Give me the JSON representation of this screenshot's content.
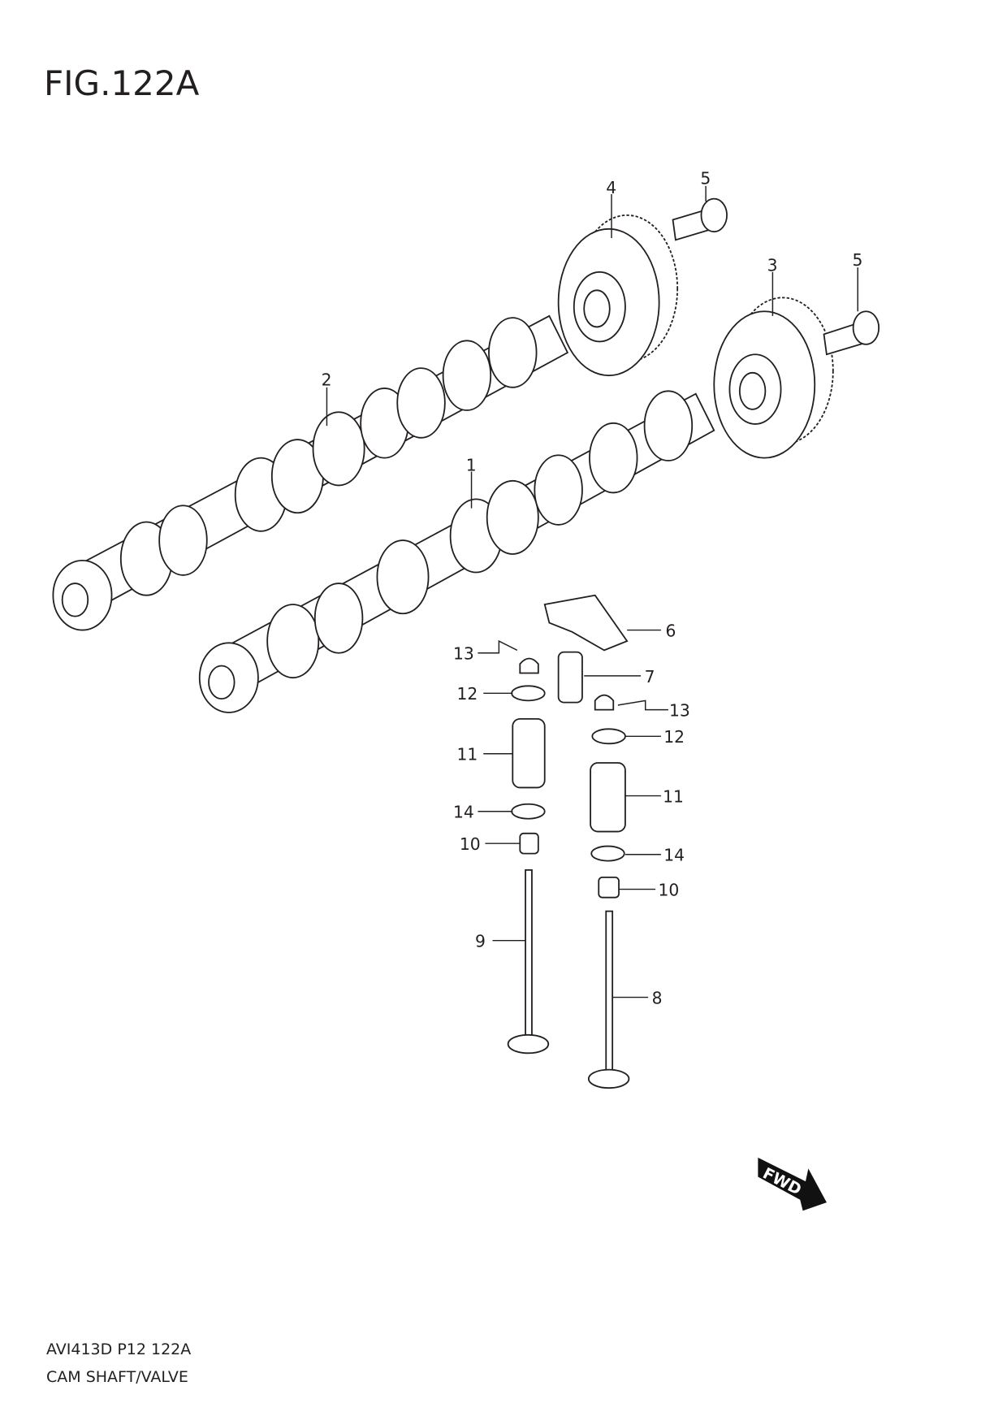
{
  "figure_title": "FIG.122A",
  "footer": {
    "code": "AVI413D P12 122A",
    "name": "CAM SHAFT/VALVE"
  },
  "fwd_label": "FWD",
  "callouts": {
    "c1": "1",
    "c2": "2",
    "c3": "3",
    "c4": "4",
    "c5a": "5",
    "c5b": "5",
    "c6": "6",
    "c7": "7",
    "c8": "8",
    "c9": "9",
    "c10a": "10",
    "c10b": "10",
    "c11a": "11",
    "c11b": "11",
    "c12a": "12",
    "c12b": "12",
    "c13a": "13",
    "c13b": "13",
    "c14a": "14",
    "c14b": "14"
  }
}
